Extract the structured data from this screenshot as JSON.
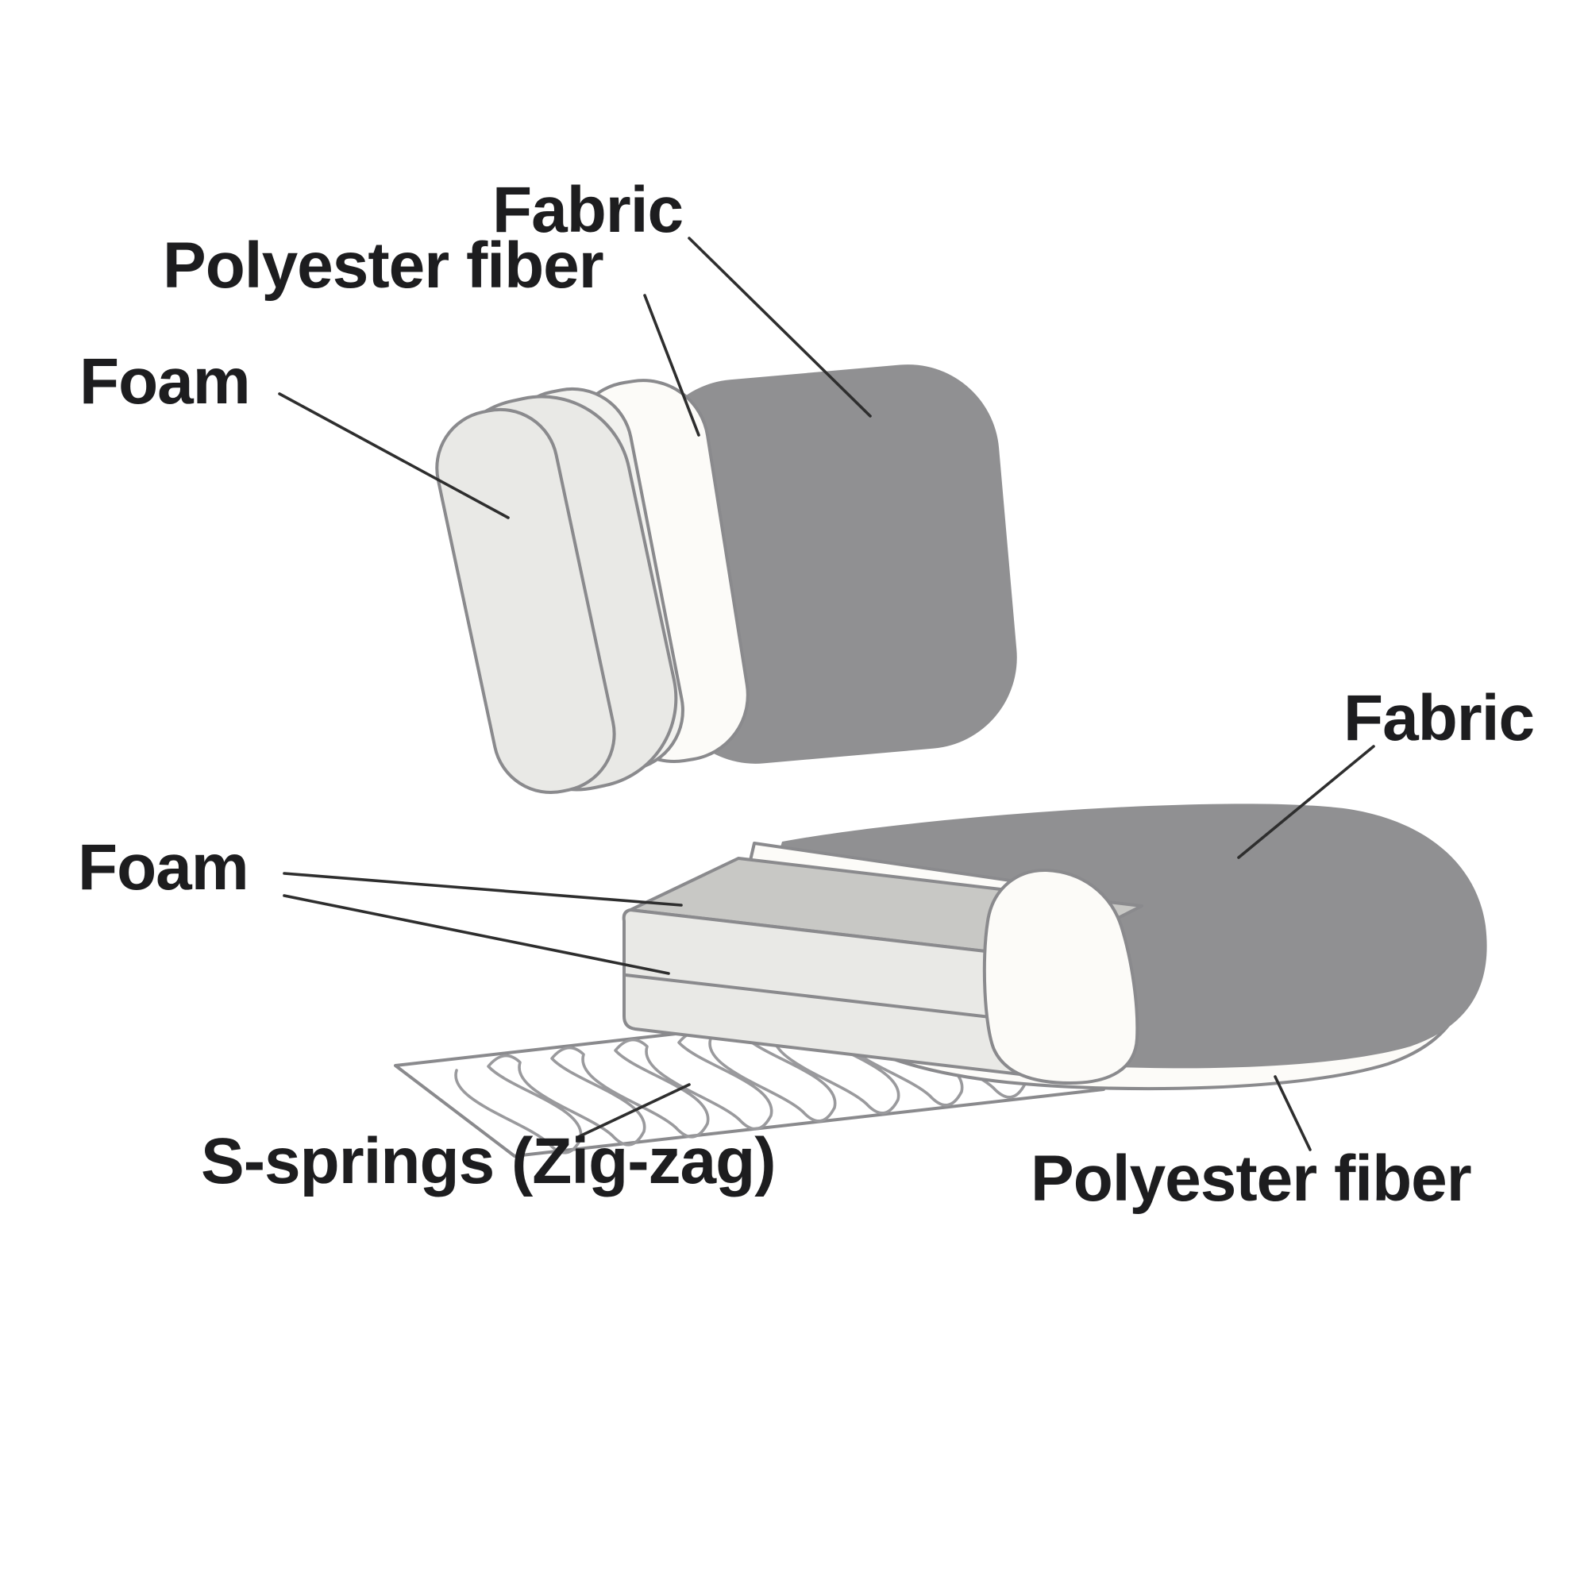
{
  "diagram": {
    "description": "Exploded diagram of sofa cushion construction layers",
    "text_color": "#1d1d1f",
    "background": "#ffffff",
    "colors": {
      "fabric": "#909092",
      "fiber": "#fcfbf8",
      "foam_front": "#e9e9e6",
      "foam_back": "#f1f1ee",
      "foam_top": "#c8c8c5",
      "panel": "#ffffff",
      "spring_wire": "#9a9a9d",
      "leader": "#2e2e2e"
    },
    "labels": {
      "back_fabric": "Fabric",
      "back_polyester": "Polyester fiber",
      "back_foam": "Foam",
      "seat_fabric": "Fabric",
      "seat_foam": "Foam",
      "springs": "S-springs (Zig-zag)",
      "seat_polyester": "Polyester fiber"
    }
  }
}
